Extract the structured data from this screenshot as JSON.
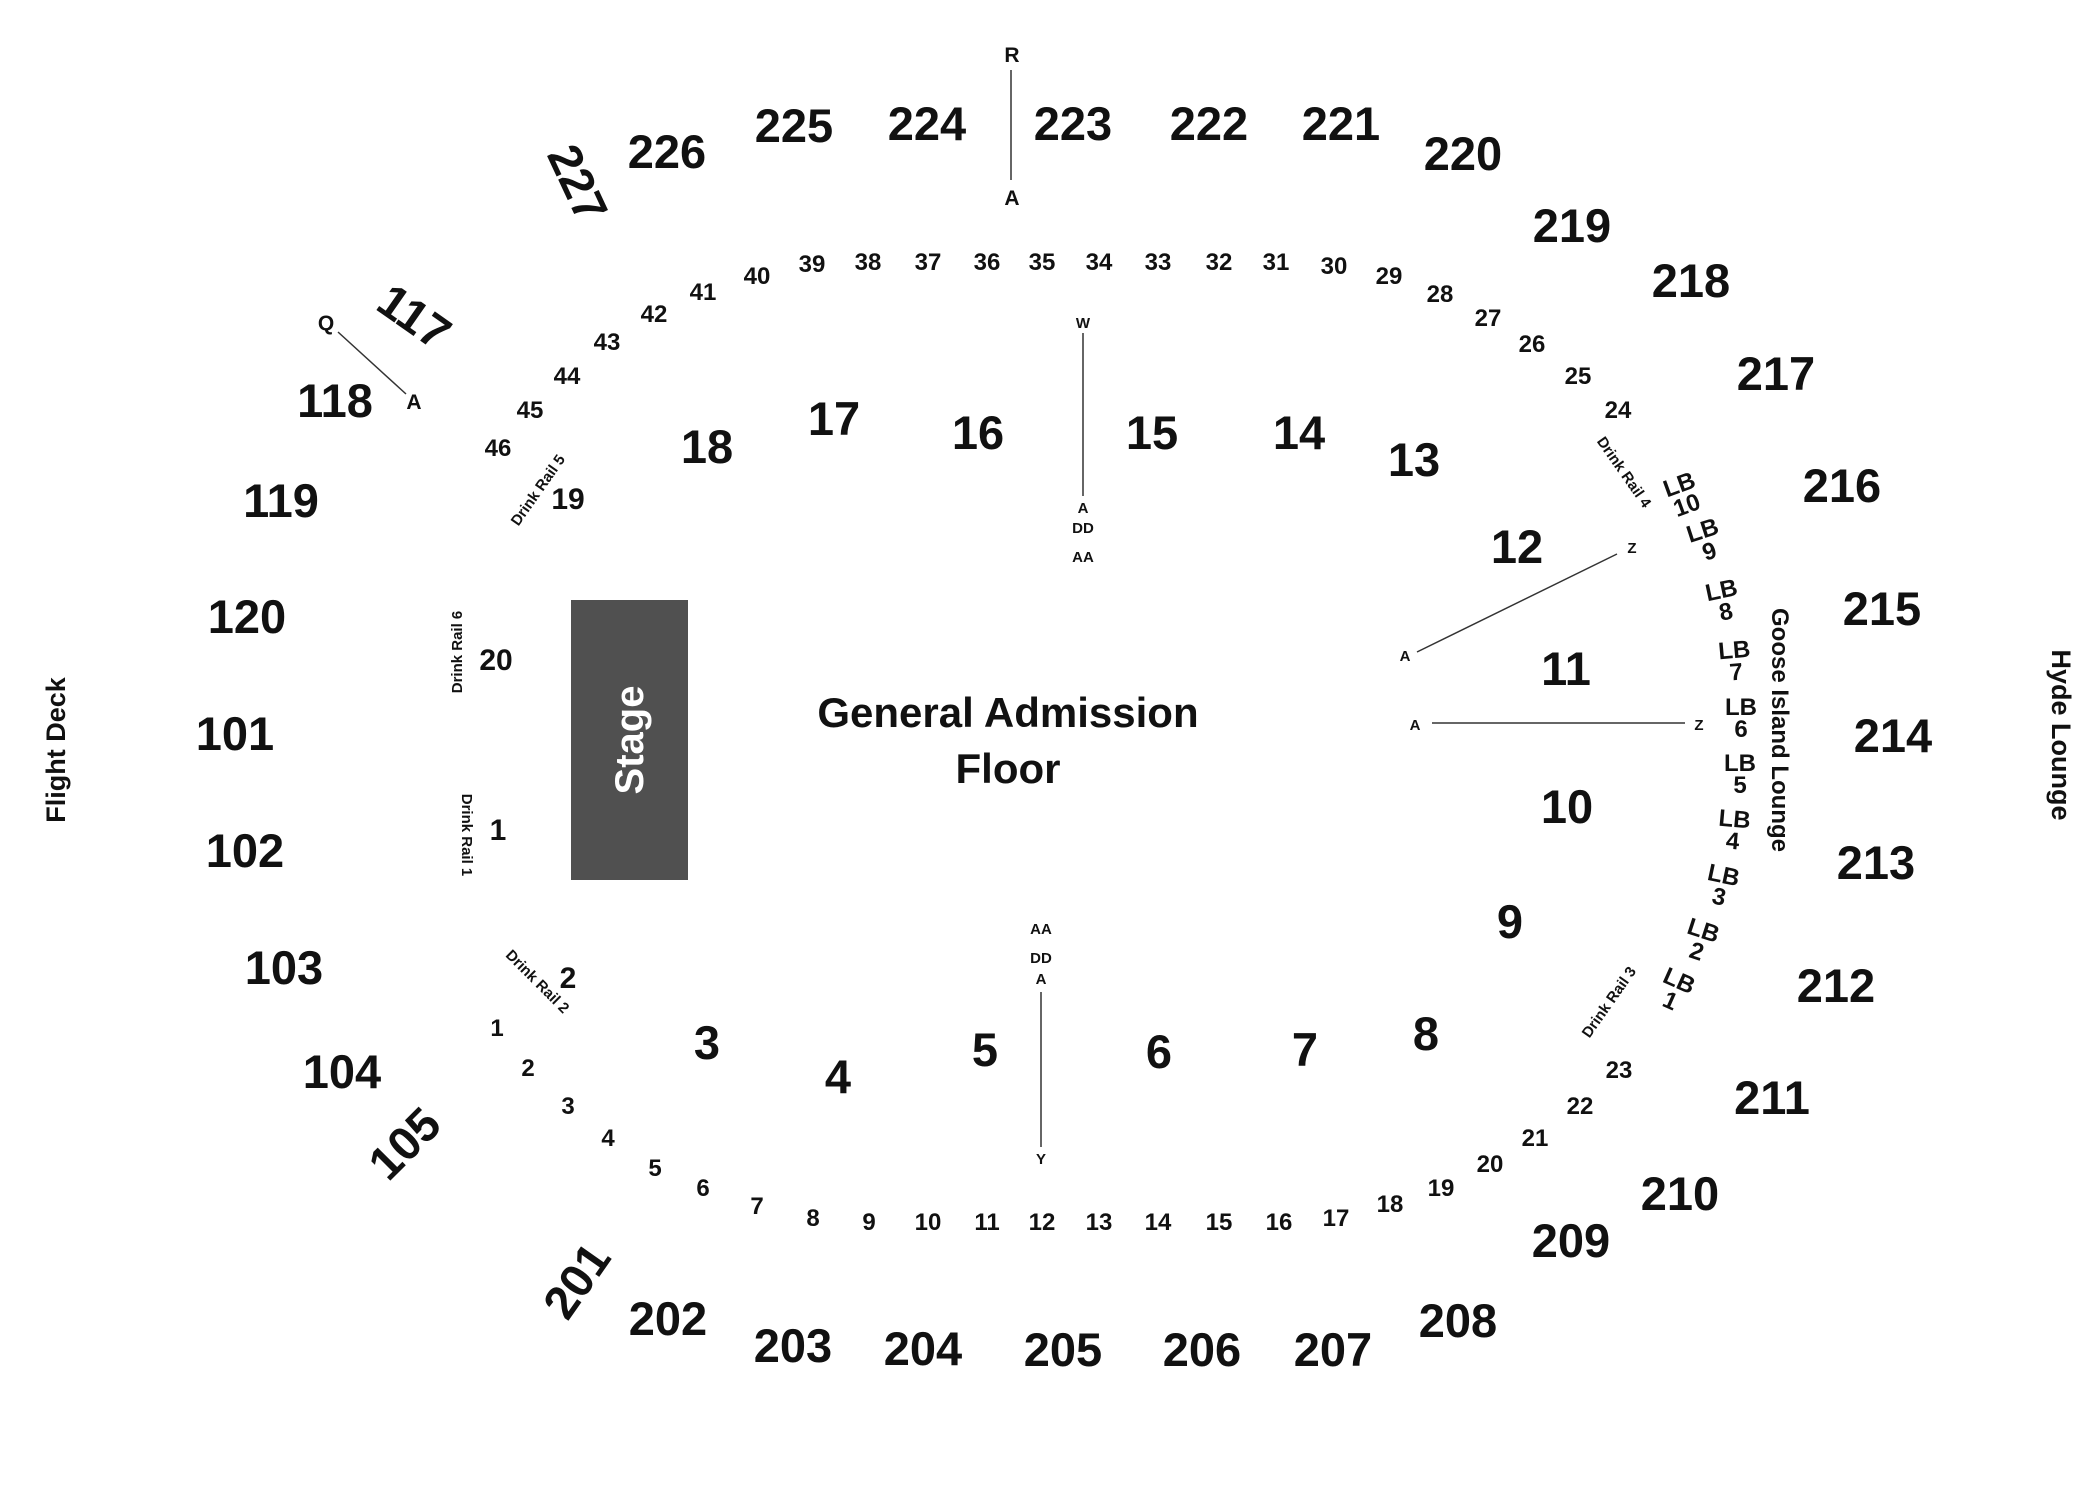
{
  "colors": {
    "stage": "#505050",
    "text": "#111111",
    "background": "#ffffff"
  },
  "side_labels": {
    "left": "Flight Deck",
    "right": "Hyde Lounge",
    "lounge": "Goose Island Lounge"
  },
  "floor": {
    "line1": "General Admission",
    "line2": "Floor",
    "stage": "Stage"
  },
  "sections_100": [
    "117",
    "118",
    "119",
    "120",
    "101",
    "102",
    "103",
    "104",
    "105"
  ],
  "sections_200": [
    "201",
    "202",
    "203",
    "204",
    "205",
    "206",
    "207",
    "208",
    "209",
    "210",
    "211",
    "212",
    "213",
    "214",
    "215",
    "216",
    "217",
    "218",
    "219",
    "220",
    "221",
    "222",
    "223",
    "224",
    "225",
    "226",
    "227"
  ],
  "floor_sections": [
    "1",
    "2",
    "3",
    "4",
    "5",
    "6",
    "7",
    "8",
    "9",
    "10",
    "11",
    "12",
    "13",
    "14",
    "15",
    "16",
    "17",
    "18",
    "19",
    "20"
  ],
  "top_boxes": [
    "24",
    "25",
    "26",
    "27",
    "28",
    "29",
    "30",
    "31",
    "32",
    "33",
    "34",
    "35",
    "36",
    "37",
    "38",
    "39",
    "40",
    "41",
    "42",
    "43",
    "44",
    "45",
    "46"
  ],
  "bottom_boxes": [
    "1",
    "2",
    "3",
    "4",
    "5",
    "6",
    "7",
    "8",
    "9",
    "10",
    "11",
    "12",
    "13",
    "14",
    "15",
    "16",
    "17",
    "18",
    "19",
    "20",
    "21",
    "22",
    "23"
  ],
  "lounge_boxes": [
    {
      "lb": "LB",
      "n": "10"
    },
    {
      "lb": "LB",
      "n": "9"
    },
    {
      "lb": "LB",
      "n": "8"
    },
    {
      "lb": "LB",
      "n": "7"
    },
    {
      "lb": "LB",
      "n": "6"
    },
    {
      "lb": "LB",
      "n": "5"
    },
    {
      "lb": "LB",
      "n": "4"
    },
    {
      "lb": "LB",
      "n": "3"
    },
    {
      "lb": "LB",
      "n": "2"
    },
    {
      "lb": "LB",
      "n": "1"
    }
  ],
  "drink_rails": [
    "Drink Rail 1",
    "Drink Rail 2",
    "Drink Rail 3",
    "Drink Rail 4",
    "Drink Rail 5",
    "Drink Rail 6"
  ],
  "row_markers": {
    "r": "R",
    "a_top": "A",
    "q": "Q",
    "a_q": "A",
    "w": "W",
    "a_center_top": "A",
    "dd_top": "DD",
    "aa_top": "AA",
    "aa_bottom": "AA",
    "dd_bottom": "DD",
    "a_center_bottom": "A",
    "y": "Y",
    "a_12": "A",
    "z_12": "Z",
    "a_11": "A",
    "z_11": "Z"
  }
}
